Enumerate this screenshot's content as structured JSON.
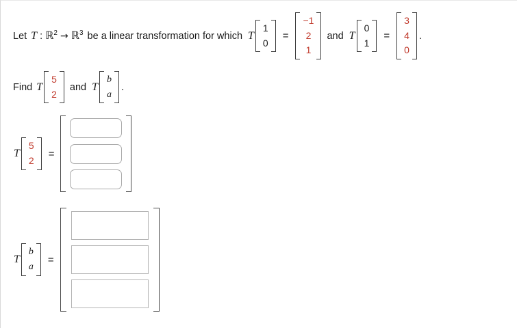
{
  "problem": {
    "intro": {
      "lead": "Let",
      "map_symbol": "T",
      "colon": ":",
      "domain_base": "ℝ",
      "domain_exp": "2",
      "arrow": "→",
      "codomain_base": "ℝ",
      "codomain_exp": "3",
      "middle_text": "be a linear transformation for which",
      "operator_1": "T",
      "input_vector_1": [
        "1",
        "0"
      ],
      "equals_1": "=",
      "output_vector_1": [
        "−1",
        "2",
        "1"
      ],
      "conjunction": "and",
      "operator_2": "T",
      "input_vector_2": [
        "0",
        "1"
      ],
      "equals_2": "=",
      "output_vector_2": [
        "3",
        "4",
        "0"
      ],
      "terminator": "."
    },
    "instruction": {
      "lead": "Find",
      "operator_1": "T",
      "vector_1": [
        "5",
        "2"
      ],
      "conjunction": "and",
      "operator_2": "T",
      "vector_2": [
        "b",
        "a"
      ],
      "terminator": "."
    },
    "answers": [
      {
        "operator": "T",
        "vector": [
          "5",
          "2"
        ],
        "equals": "=",
        "fields": [
          {
            "value": "",
            "placeholder": ""
          },
          {
            "value": "",
            "placeholder": ""
          },
          {
            "value": "",
            "placeholder": ""
          }
        ]
      },
      {
        "operator": "T",
        "vector": [
          "b",
          "a"
        ],
        "equals": "=",
        "fields": [
          {
            "value": "",
            "placeholder": ""
          },
          {
            "value": "",
            "placeholder": ""
          },
          {
            "value": "",
            "placeholder": ""
          }
        ]
      }
    ]
  },
  "colors": {
    "given_value": "#c0392b",
    "text": "#1a1a1a",
    "bracket": "#3a3a3a",
    "input_border_rounded": "#a9a9a9",
    "input_border_square": "#b4b4b4",
    "page_background": "#ffffff"
  }
}
